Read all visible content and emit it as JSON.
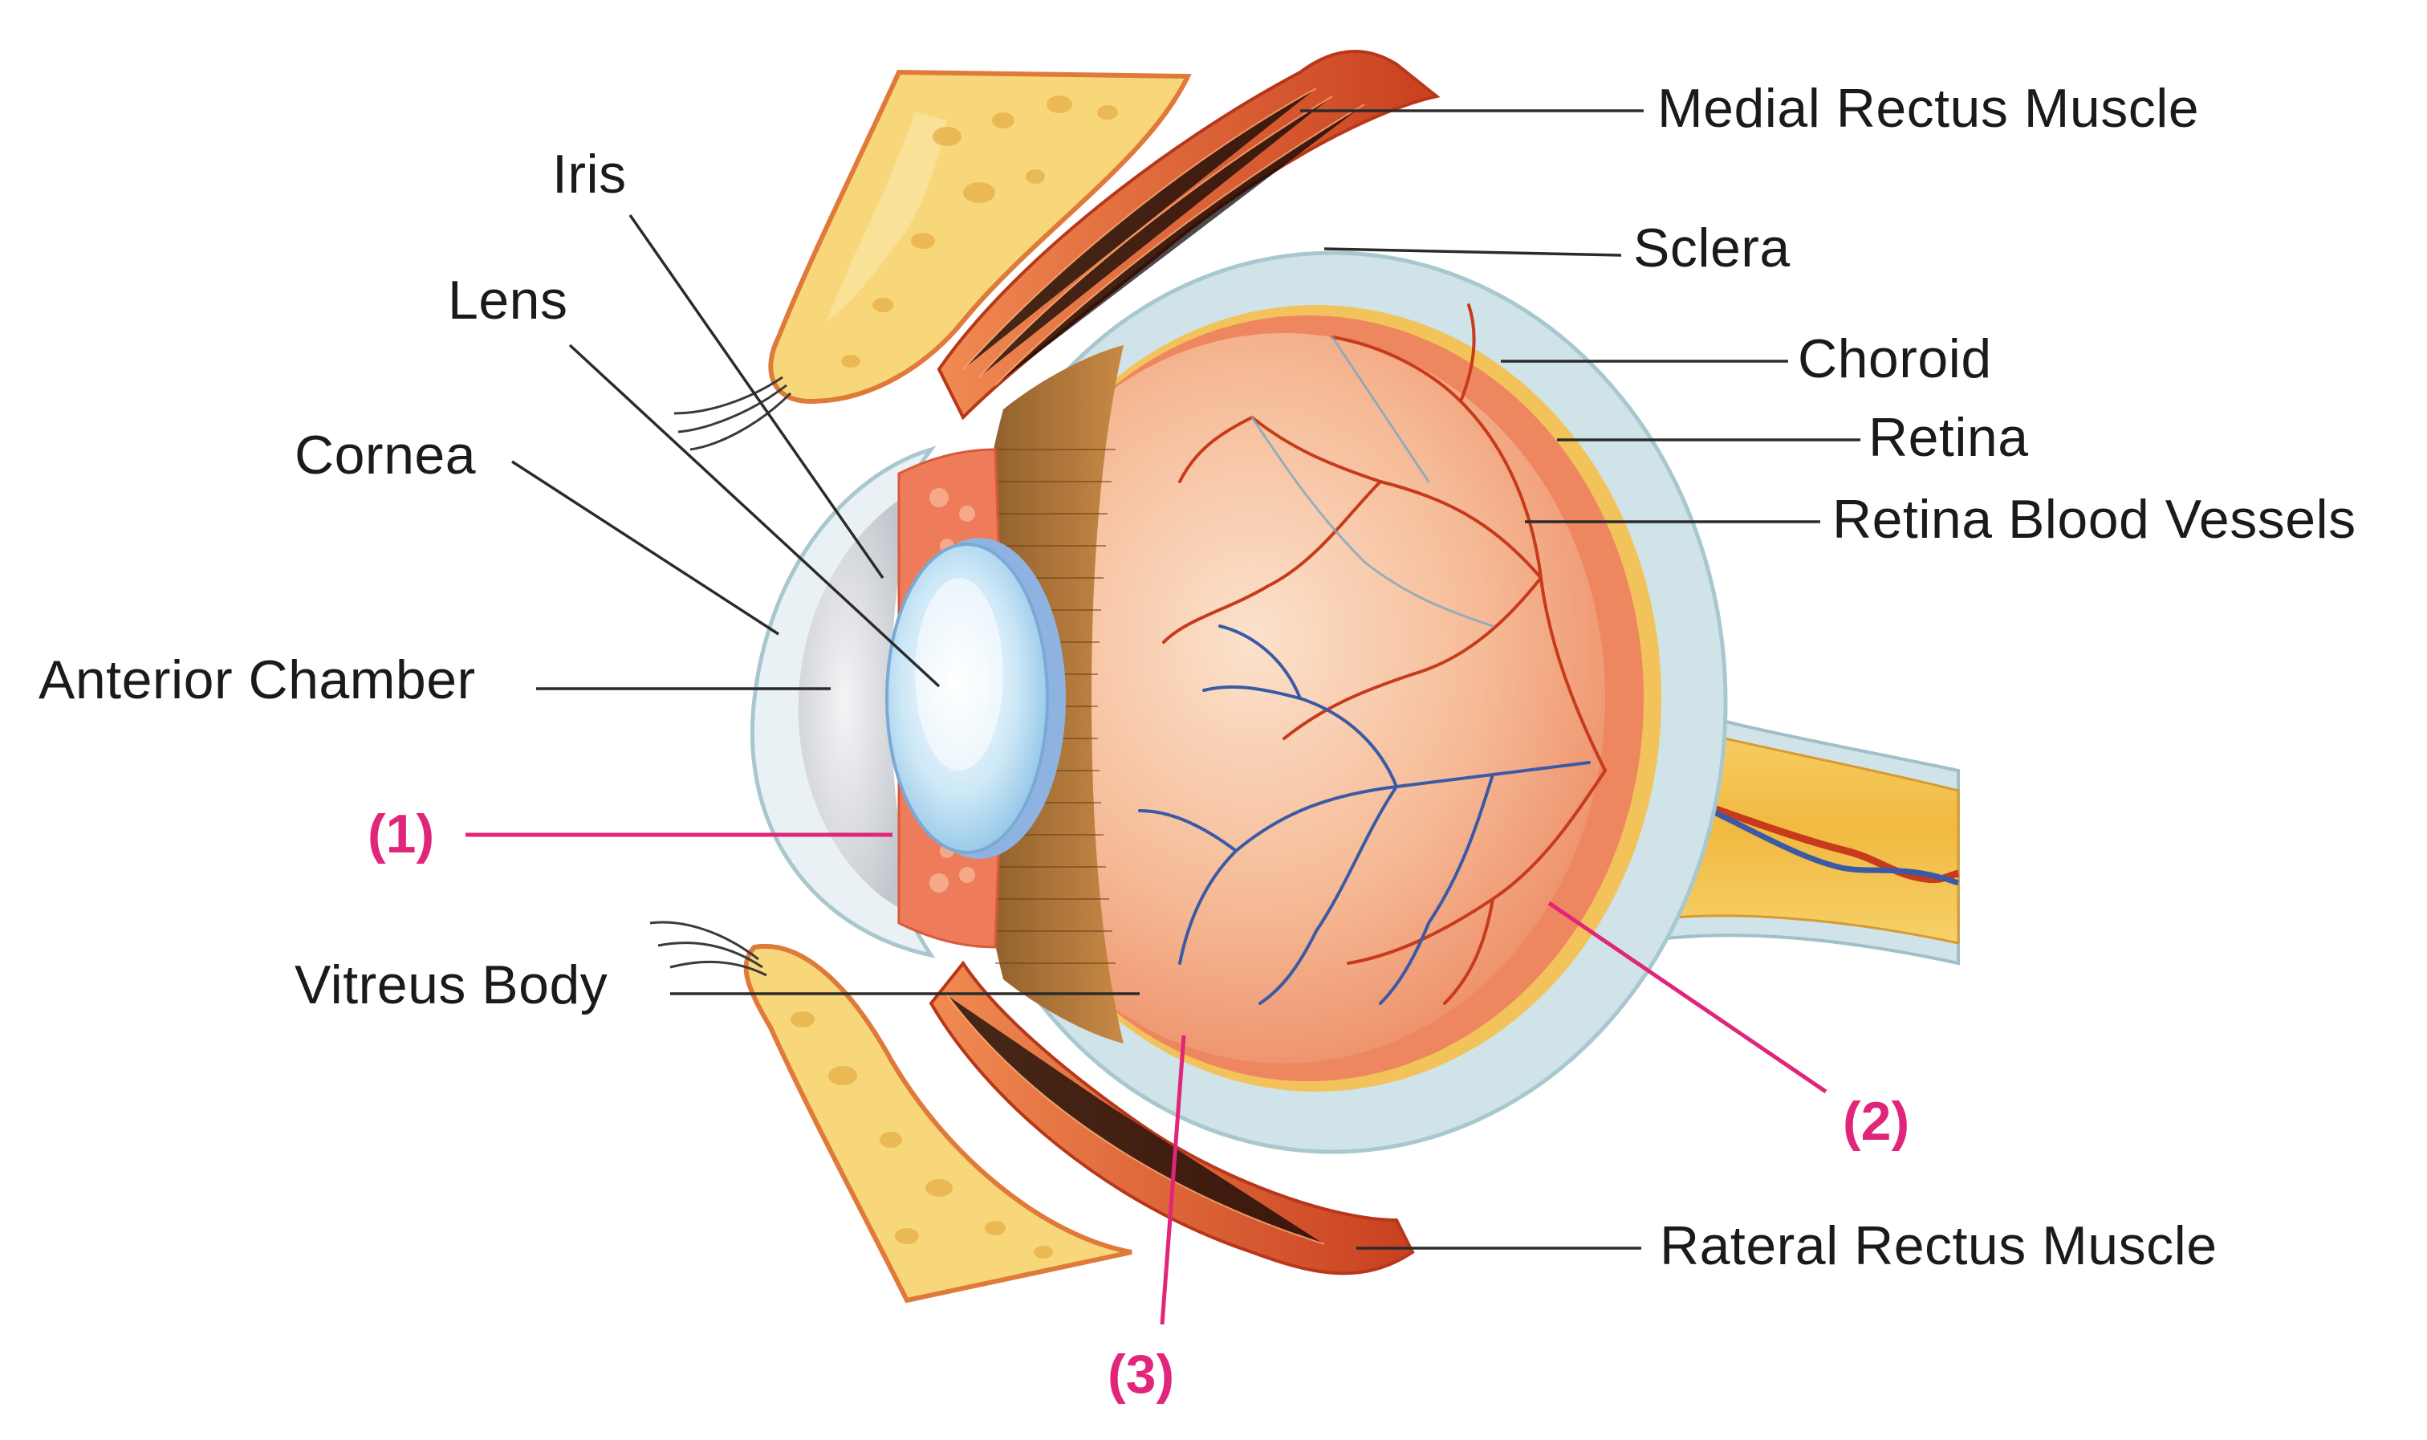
{
  "labels": {
    "medial_rectus_muscle": "Medial Rectus Muscle",
    "sclera": "Sclera",
    "choroid": "Choroid",
    "retina": "Retina",
    "retina_blood_vessels": "Retina Blood Vessels",
    "iris": "Iris",
    "lens": "Lens",
    "cornea": "Cornea",
    "anterior_chamber": "Anterior Chamber",
    "vitreus_body": "Vitreus Body",
    "rateral_rectus_muscle": "Rateral Rectus Muscle"
  },
  "markers": {
    "m1": "(1)",
    "m2": "(2)",
    "m3": "(3)"
  },
  "colors": {
    "marker": "#e0257a",
    "sclera": "#cfe3e8",
    "muscle": "#d9552e",
    "bone": "#f7d77a",
    "retina": "#ee8660",
    "vitreous": "#f5b994",
    "lens": "#b8dcf2",
    "optic_nerve": "#f2c35a",
    "artery": "#c73a1c",
    "vein": "#3a5aa5"
  }
}
